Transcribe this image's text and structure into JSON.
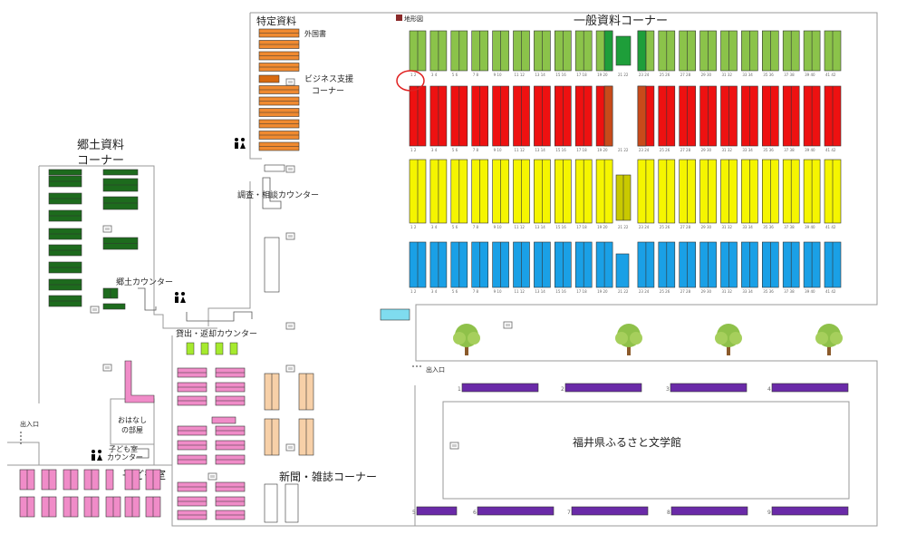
{
  "areas": {
    "special_materials": "特定資料",
    "foreign_books": "外国書",
    "business_support": [
      "ビジネス支援",
      "コーナー"
    ],
    "general_materials": "一般資料コーナー",
    "topographic_maps": "地形図",
    "local_materials": [
      "郷土資料",
      "コーナー"
    ],
    "survey_counter": "調査・相談カウンター",
    "local_counter": "郷土カウンター",
    "lending_counter": "貸出・返却カウンター",
    "storytelling_room": [
      "おはなし",
      "の部屋"
    ],
    "kids_counter": [
      "子ども室",
      "カウンター"
    ],
    "kids_room": "子ども室",
    "newspaper_corner": "新聞・雑誌コーナー",
    "entrance_left": "出入口",
    "entrance_right": "出入口",
    "literature_museum": "福井県ふるさと文学館"
  },
  "colors": {
    "top_row": "#8bc34a",
    "second_row": "#ee1111",
    "third_row": "#f5f500",
    "bottom_row": "#1aa0e6",
    "local_shelf": "#1d6b1d",
    "special_shelf": "#f08a30",
    "kids_shelf": "#f08cc8",
    "newspaper_shelf": "#f7d0a8",
    "museum_shelf": "#6a2aa8",
    "tree": "#8fc14a",
    "highlight_circle": "#e02020"
  },
  "general_shelf_numbers": [
    "1 2",
    "3 4",
    "5 6",
    "7 8",
    "9 10",
    "11 12",
    "13 14",
    "15 16",
    "17 18",
    "19 20",
    "21 22",
    "23 24",
    "25 26",
    "27 28",
    "29 30",
    "31 32",
    "33 34",
    "35 36",
    "37 38",
    "39 40",
    "41 42"
  ],
  "museum_shelf_numbers": [
    "1",
    "2",
    "3",
    "4",
    "5",
    "6",
    "7",
    "8",
    "9"
  ]
}
